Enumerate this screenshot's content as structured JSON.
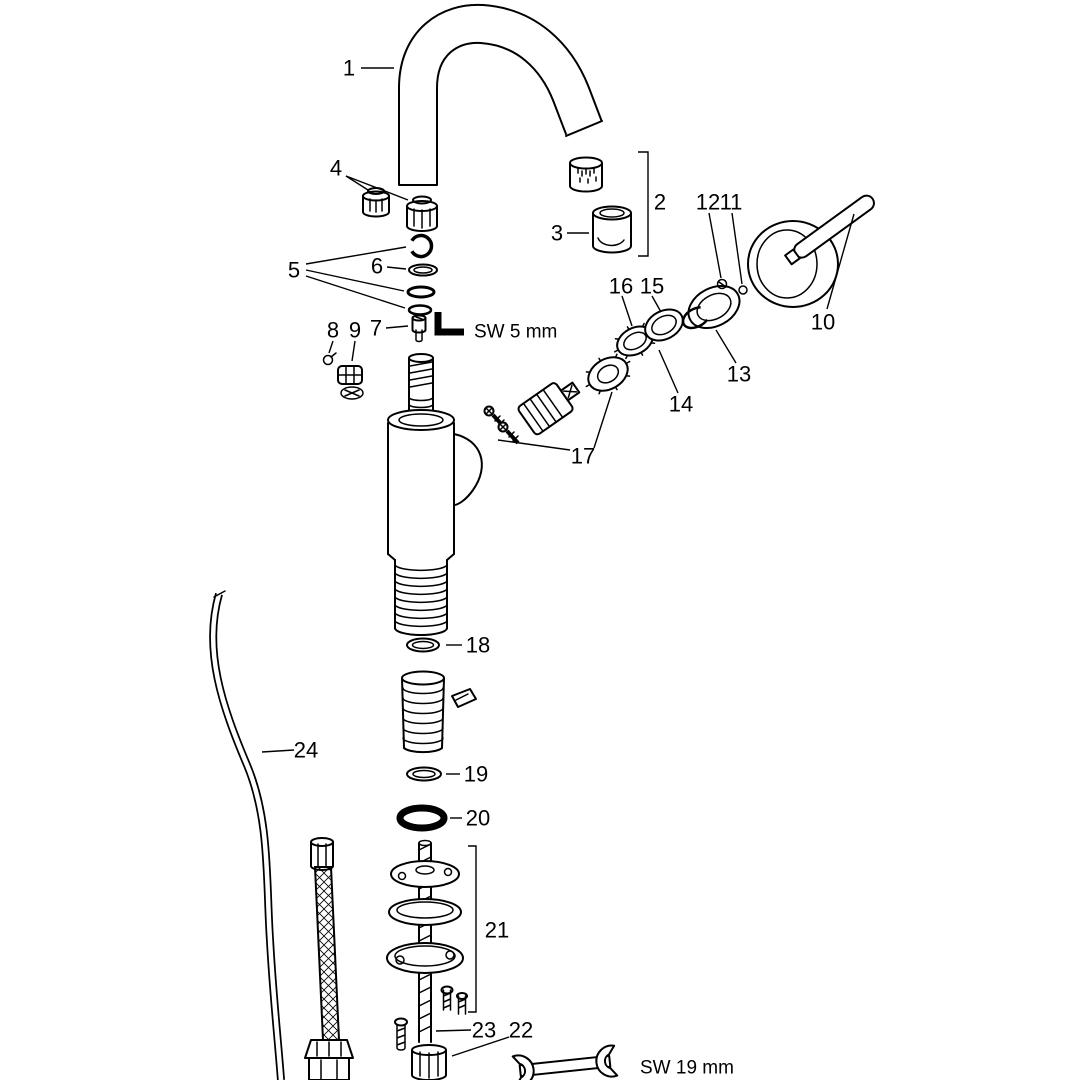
{
  "diagram": {
    "background": "#ffffff",
    "line_color": "#000000",
    "part_labels": {
      "p1": "1",
      "p2": "2",
      "p3": "3",
      "p4": "4",
      "p5": "5",
      "p6": "6",
      "p7": "7",
      "p8": "8",
      "p9": "9",
      "p10": "10",
      "p11": "11",
      "p12": "12",
      "p13": "13",
      "p14": "14",
      "p15": "15",
      "p16": "16",
      "p17": "17",
      "p18": "18",
      "p19": "19",
      "p20": "20",
      "p21": "21",
      "p22": "22",
      "p23": "23",
      "p24": "24"
    },
    "annotations": {
      "hex_key_size": "SW 5 mm",
      "wrench_size": "SW 19 mm"
    }
  }
}
